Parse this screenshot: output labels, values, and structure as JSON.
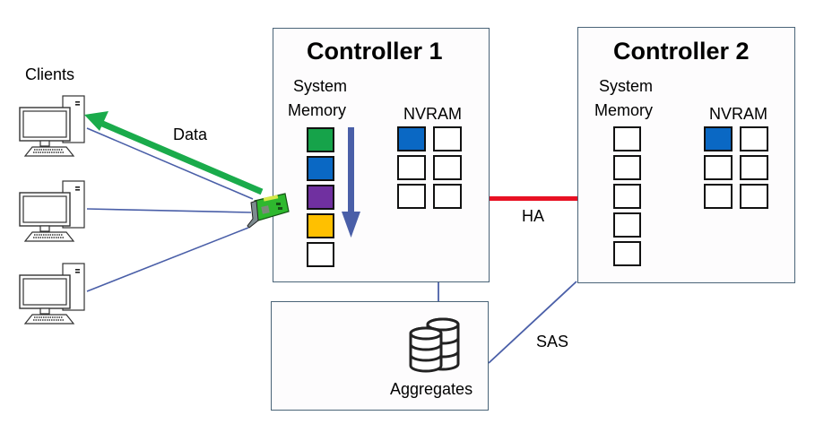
{
  "diagram": {
    "clients": {
      "label": "Clients",
      "count": 3
    },
    "data_arrow": {
      "label": "Data",
      "color": "#1aab4b"
    },
    "controller1": {
      "title": "Controller 1",
      "system_memory_label_line1": "System",
      "system_memory_label_line2": "Memory",
      "nvram_label": "NVRAM",
      "system_memory_cells": [
        "#16a34a",
        "#0a68c4",
        "#7030a0",
        "#ffc000",
        "#ffffff"
      ],
      "nvram_cells": [
        "#0a68c4",
        "#ffffff",
        "#ffffff",
        "#ffffff",
        "#ffffff",
        "#ffffff"
      ],
      "flow_arrow_color": "#4a5fa8"
    },
    "controller2": {
      "title": "Controller 2",
      "system_memory_label_line1": "System",
      "system_memory_label_line2": "Memory",
      "nvram_label": "NVRAM",
      "system_memory_cells": [
        "#ffffff",
        "#ffffff",
        "#ffffff",
        "#ffffff",
        "#ffffff"
      ],
      "nvram_cells": [
        "#0a68c4",
        "#ffffff",
        "#ffffff",
        "#ffffff",
        "#ffffff",
        "#ffffff"
      ]
    },
    "ha_link": {
      "label": "HA",
      "color": "#e81123"
    },
    "sas_link": {
      "label": "SAS"
    },
    "aggregates": {
      "label": "Aggregates"
    },
    "connector_color": "#4a5fa8",
    "border_color": "#4a6478"
  }
}
